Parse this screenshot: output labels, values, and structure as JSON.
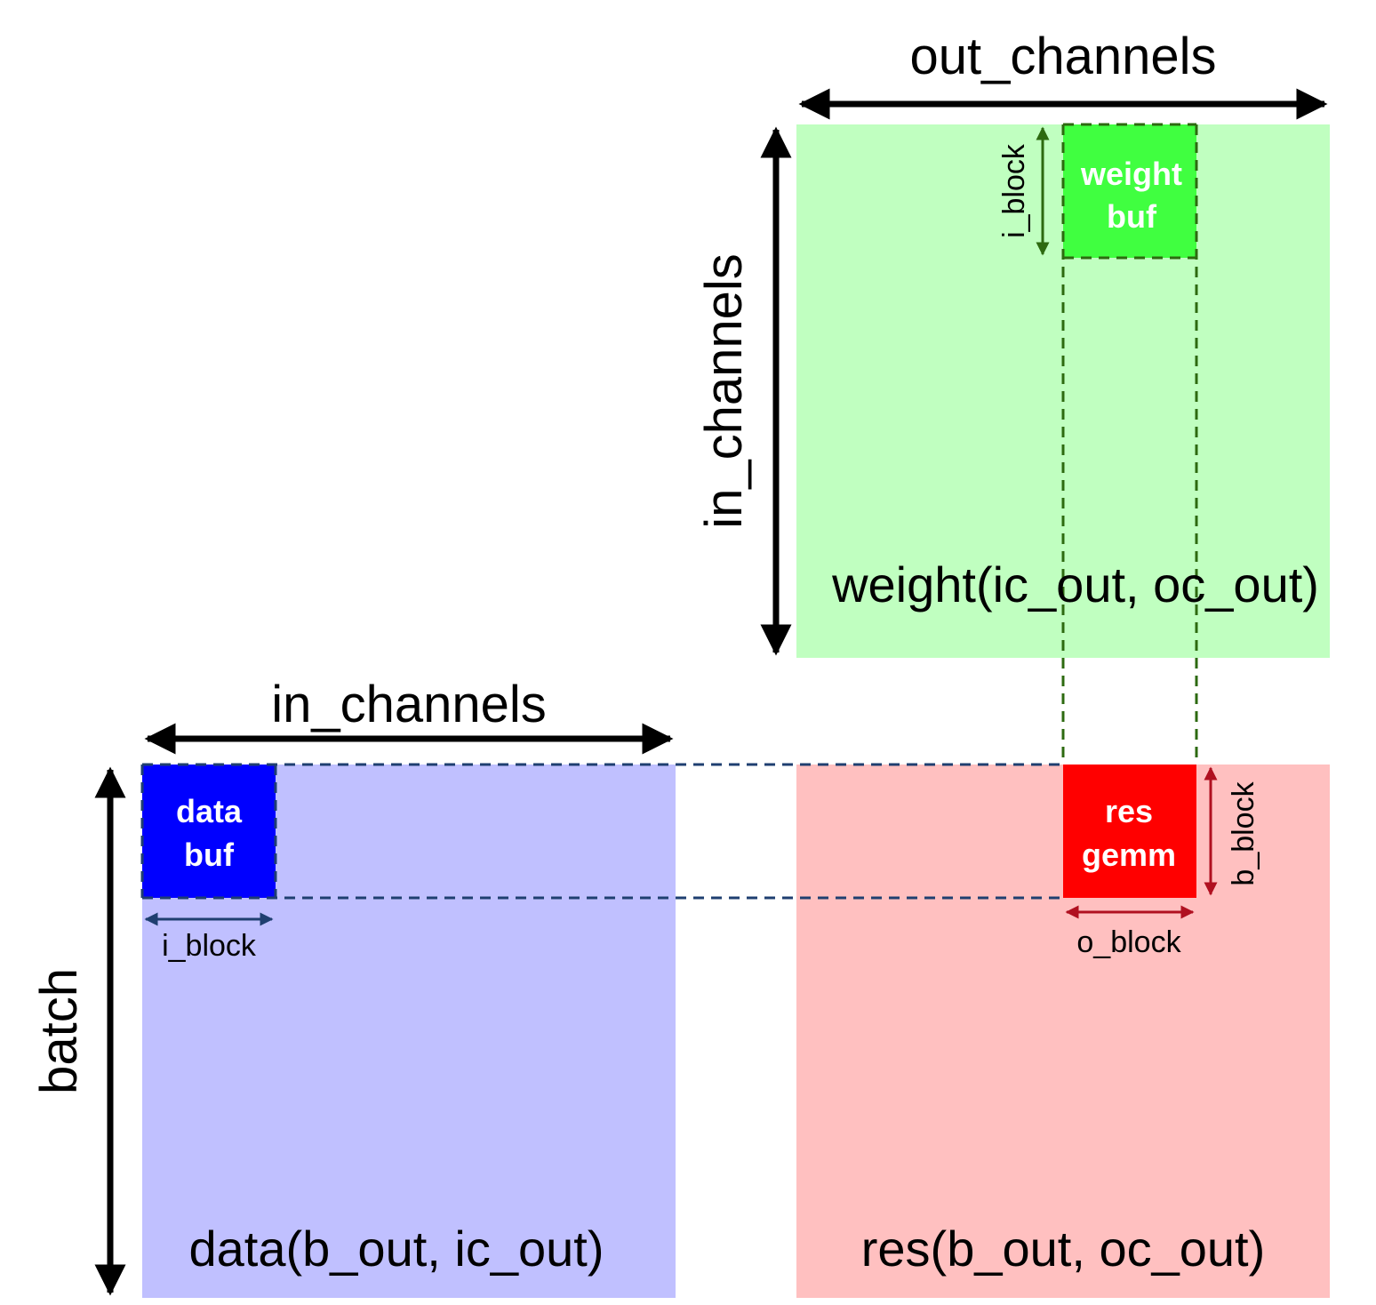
{
  "colors": {
    "weight_matrix": "#c0ffc0",
    "data_matrix": "#c0c0ff",
    "res_matrix": "#ffc0c0",
    "weight_buf": "#40ff40",
    "data_buf": "#0000ff",
    "res_gemm": "#ff0000",
    "green_guide": "#2d6a10",
    "blue_guide": "#1f3f70",
    "red_arrow": "#b01020",
    "axis_arrow": "#000000"
  },
  "axes": {
    "out_channels": "out_channels",
    "in_channels_vertical": "in_channels",
    "in_channels_horizontal": "in_channels",
    "batch": "batch"
  },
  "matrices": {
    "weight": "weight(ic_out, oc_out)",
    "data": "data(b_out, ic_out)",
    "res": "res(b_out, oc_out)"
  },
  "buffers": {
    "weight_buf": [
      "weight",
      "buf"
    ],
    "data_buf": [
      "data",
      "buf"
    ],
    "res_gemm": [
      "res",
      "gemm"
    ]
  },
  "dims": {
    "weight_i_block": "i_block",
    "data_i_block": "i_block",
    "res_b_block": "b_block",
    "res_o_block": "o_block"
  }
}
